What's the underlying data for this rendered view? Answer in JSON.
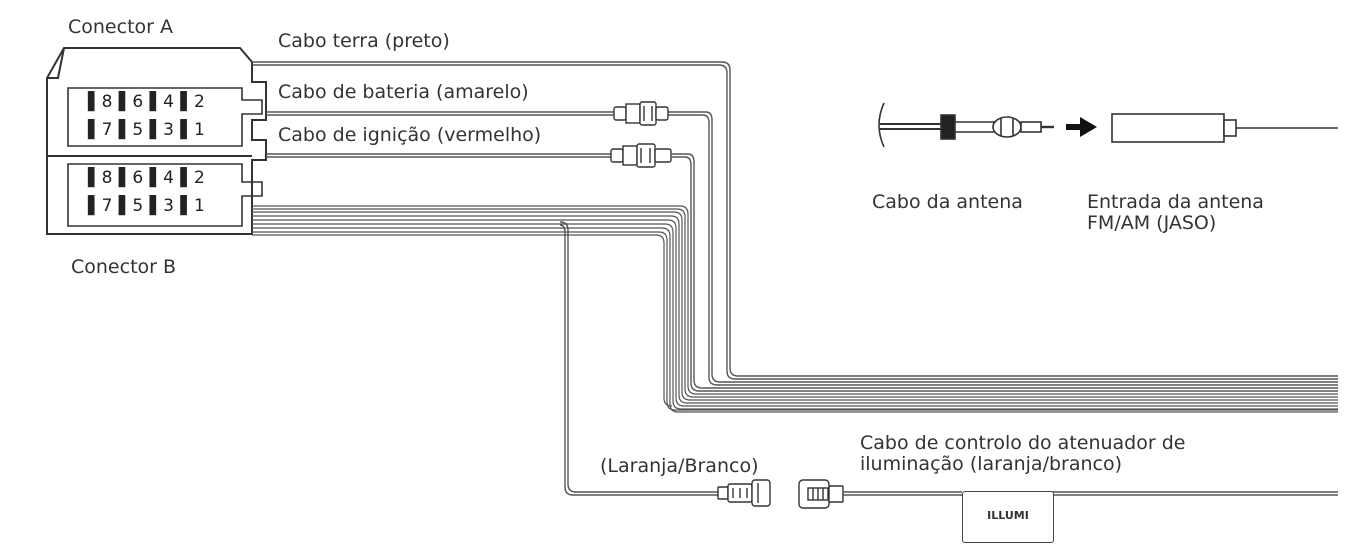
{
  "connectors": {
    "a_label": "Conector A",
    "b_label": "Conector B",
    "a_row_top": "▌8 ▌6 ▌4 ▌2",
    "a_row_bottom": "▌7 ▌5 ▌3 ▌1",
    "b_row_top": "▌8 ▌6 ▌4 ▌2",
    "b_row_bottom": "▌7 ▌5 ▌3 ▌1"
  },
  "wires": {
    "ground": "Cabo terra (preto)",
    "battery": "Cabo de bateria (amarelo)",
    "ignition": "Cabo de ignição (vermelho)",
    "orange_white": "(Laranja/Branco)"
  },
  "antenna": {
    "cable_label": "Cabo da antena",
    "input_label_line1": "Entrada da antena",
    "input_label_line2": "FM/AM (JASO)"
  },
  "dimmer": {
    "label_line1": "Cabo de controlo do atenuador de",
    "label_line2": "iluminação (laranja/branco)",
    "box_label": "ILLUMI"
  }
}
